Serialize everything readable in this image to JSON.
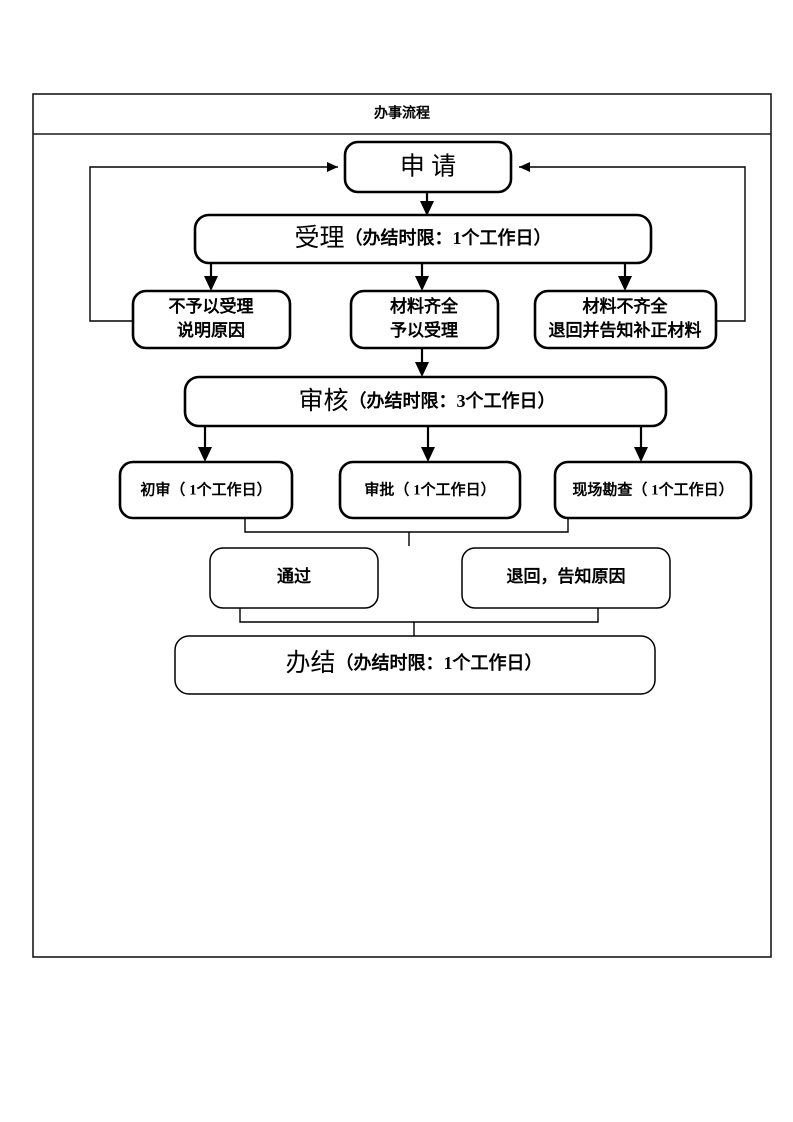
{
  "document": {
    "header_title": "办事流程"
  },
  "flow": {
    "nodes": [
      {
        "id": "apply",
        "label": "申  请",
        "name": "node-apply"
      },
      {
        "id": "accept",
        "label_main": "受理",
        "label_sub": "（办结时限：1个工作日）",
        "name": "node-accept"
      },
      {
        "id": "reject",
        "line1": "不予以受理",
        "line2": "说明原因",
        "name": "node-reject"
      },
      {
        "id": "complete",
        "line1": "材料齐全",
        "line2": "予以受理",
        "name": "node-materials-complete"
      },
      {
        "id": "incomplete",
        "line1": "材料不齐全",
        "line2": "退回并告知补正材料",
        "name": "node-materials-incomplete"
      },
      {
        "id": "review",
        "label_main": "审核",
        "label_sub": "（办结时限：3个工作日）",
        "name": "node-review"
      },
      {
        "id": "first-review",
        "label": "初审（ 1个工作日）",
        "name": "node-first-review"
      },
      {
        "id": "approval",
        "label": "审批（ 1个工作日）",
        "name": "node-approval"
      },
      {
        "id": "site-survey",
        "label": "现场勘查（ 1个工作日）",
        "name": "node-site-survey"
      },
      {
        "id": "pass",
        "label": "通过",
        "name": "node-pass"
      },
      {
        "id": "return",
        "label": "退回，告知原因",
        "name": "node-return"
      },
      {
        "id": "done",
        "label_main": "办结",
        "label_sub": "（办结时限：1个工作日）",
        "name": "node-done"
      }
    ]
  },
  "colors": {
    "stroke": "#000000",
    "frame": "#1a1a1a",
    "background": "#ffffff"
  }
}
